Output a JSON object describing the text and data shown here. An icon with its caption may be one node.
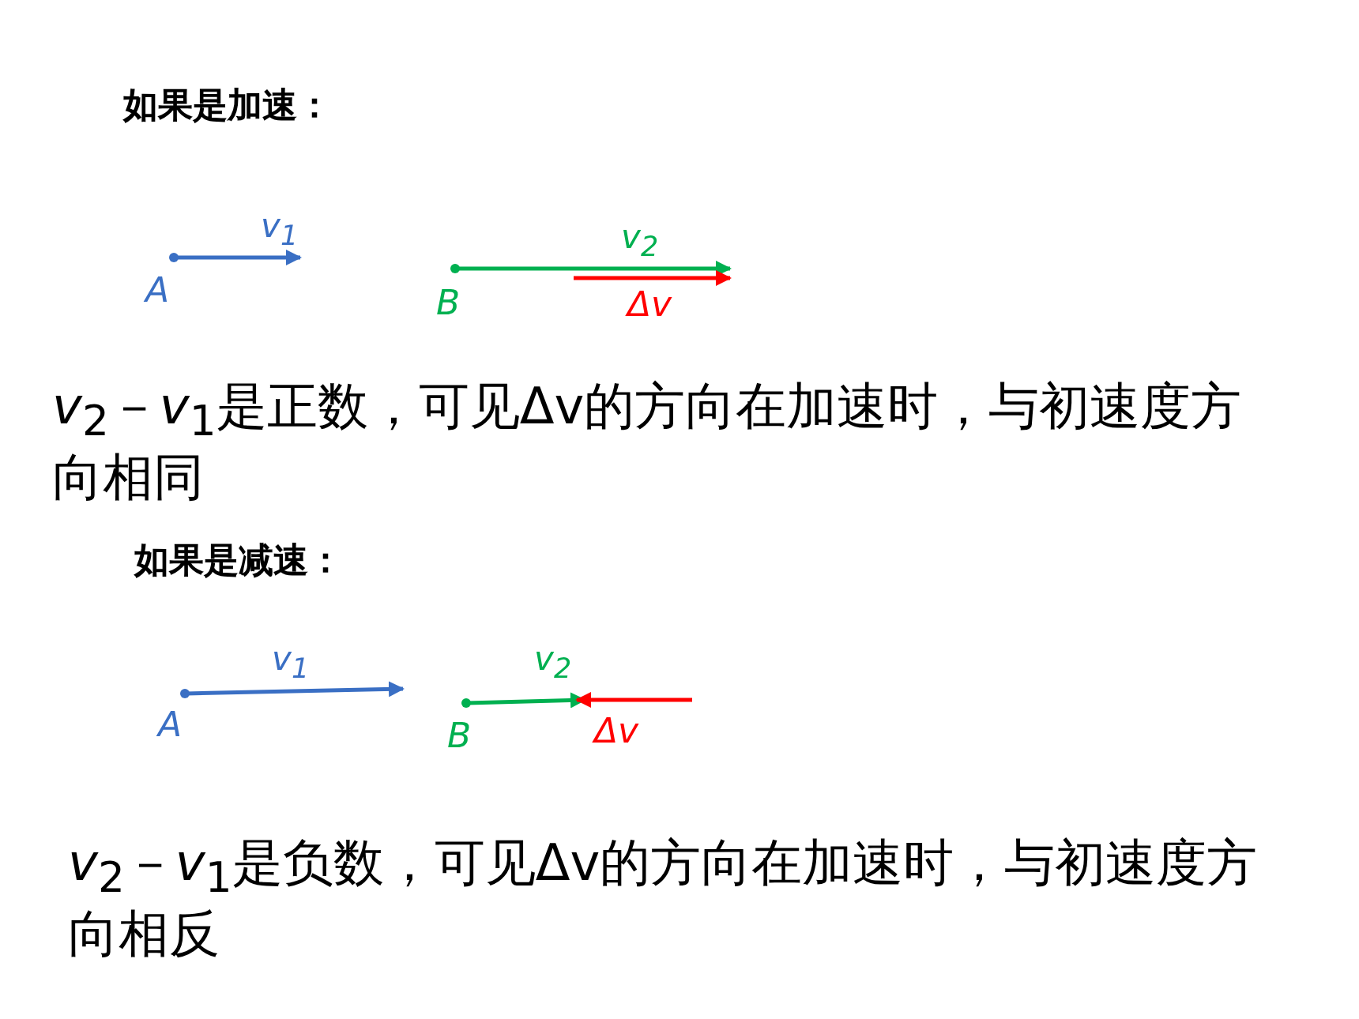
{
  "diagram": {
    "labels": [
      "如果是加速：",
      "v$_{1}$",
      "A",
      "v$_{2}$",
      "B",
      "Δv",
      "*v*$_{2}$－*v*$_{1}$是正数，可见Δv的方向在加速时，与初速度方向相同",
      "如果是减速：",
      "v$_{1}$",
      "A",
      "v$_{2}$",
      "B",
      "Δv",
      "*v*$_{2}$－*v*$_{1}$是负数，可见Δv的方向在加速时，与初速度方向相反"
    ]
  }
}
